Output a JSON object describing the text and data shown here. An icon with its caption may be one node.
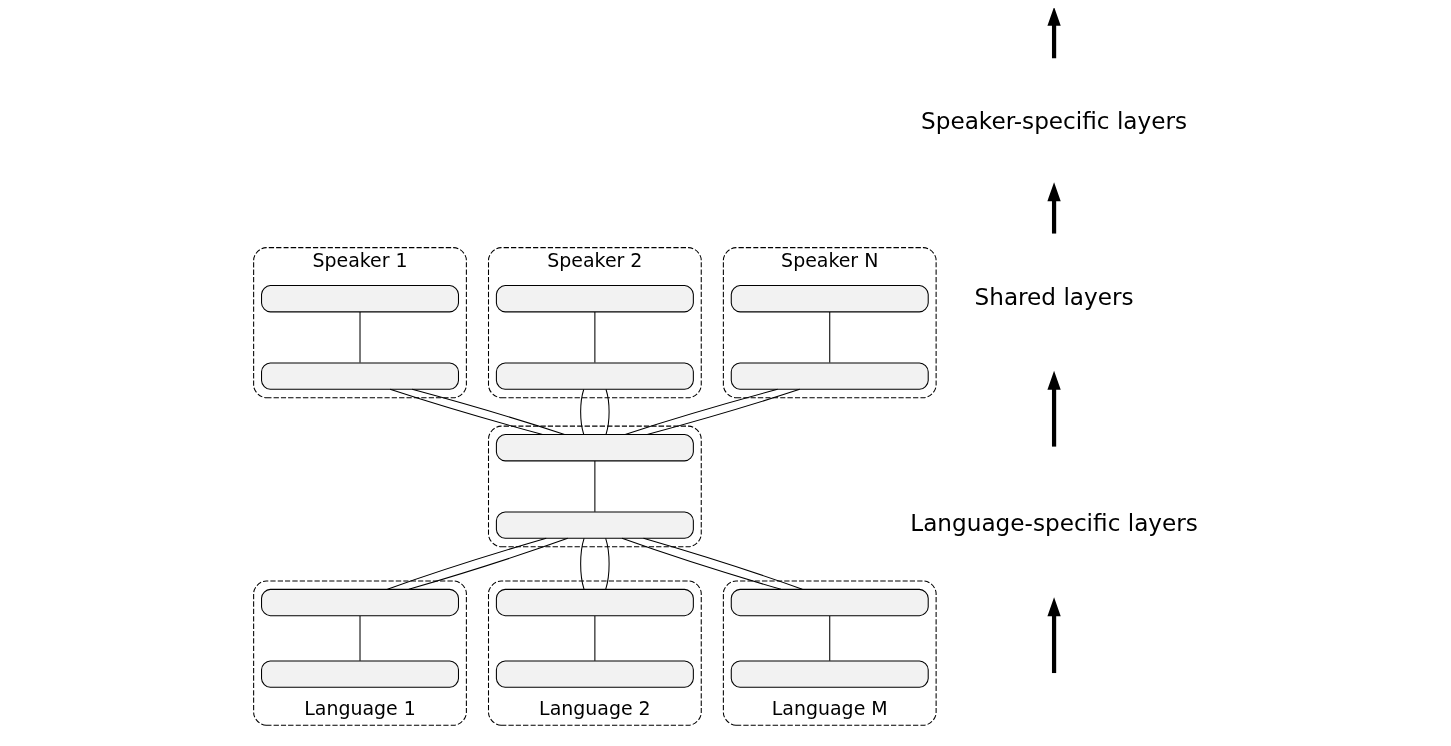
{
  "diagram": {
    "nodes": [
      {
        "text": [
          "Speaker 1"
        ]
      },
      {
        "text": [],
        "shape": "bar",
        "in": 0
      },
      {
        "text": [],
        "shape": "bar",
        "in": 0
      },
      {
        "text": [
          "Speaker 2"
        ]
      },
      {
        "text": [],
        "shape": "bar",
        "in": 3
      },
      {
        "text": [],
        "shape": "bar",
        "in": 3
      },
      {
        "text": [
          "Speaker N"
        ]
      },
      {
        "text": [],
        "shape": "bar",
        "in": 6
      },
      {
        "text": [],
        "shape": "bar",
        "in": 6
      },
      {
        "text": [],
        "shape": "box"
      },
      {
        "text": [],
        "shape": "bar",
        "in": 9
      },
      {
        "text": [],
        "shape": "bar",
        "in": 9
      },
      {
        "text": [
          "Language 1"
        ]
      },
      {
        "text": [],
        "shape": "bar",
        "in": 12
      },
      {
        "text": [],
        "shape": "bar",
        "in": 12
      },
      {
        "text": [
          "Language 2"
        ]
      },
      {
        "text": [],
        "shape": "bar",
        "in": 15
      },
      {
        "text": [],
        "shape": "bar",
        "in": 15
      },
      {
        "text": [
          "Language M"
        ]
      },
      {
        "text": [],
        "shape": "bar",
        "in": 18
      },
      {
        "text": [],
        "shape": "bar",
        "in": 18
      }
    ],
    "edges": [
      {
        "from": 2,
        "to": 1,
        "arrow": "none"
      },
      {
        "from": 5,
        "to": 4,
        "arrow": "none"
      },
      {
        "from": 8,
        "to": 7,
        "arrow": "none"
      },
      {
        "from": 10,
        "to": 2,
        "arrow": "none"
      },
      {
        "from": 10,
        "to": 2,
        "arrow": "none"
      },
      {
        "from": 10,
        "to": 5,
        "arrow": "none"
      },
      {
        "from": 10,
        "to": 5,
        "arrow": "none"
      },
      {
        "from": 10,
        "to": 8,
        "arrow": "none"
      },
      {
        "from": 10,
        "to": 8,
        "arrow": "none"
      },
      {
        "from": 11,
        "to": 10,
        "arrow": "none"
      },
      {
        "from": 13,
        "to": 11,
        "arrow": "none"
      },
      {
        "from": 13,
        "to": 11,
        "arrow": "none"
      },
      {
        "from": 16,
        "to": 11,
        "arrow": "none"
      },
      {
        "from": 16,
        "to": 11,
        "arrow": "none"
      },
      {
        "from": 19,
        "to": 11,
        "arrow": "none"
      },
      {
        "from": 19,
        "to": 11,
        "arrow": "none"
      },
      {
        "from": 14,
        "to": 13,
        "arrow": "none"
      },
      {
        "from": 17,
        "to": 16,
        "arrow": "none"
      },
      {
        "from": 20,
        "to": 19,
        "arrow": "none"
      }
    ],
    "labels": [
      "Speaker-specific layers",
      "Shared layers",
      "Language-specific layers"
    ]
  }
}
